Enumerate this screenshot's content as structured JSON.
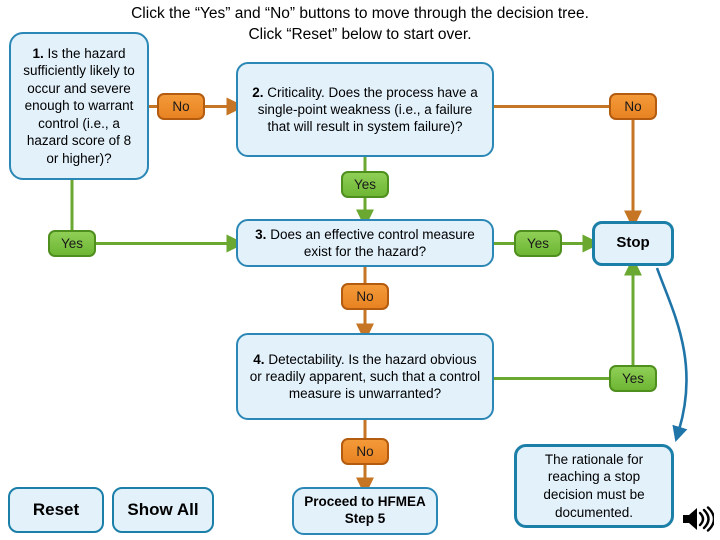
{
  "instructions": {
    "line1": "Click the “Yes” and “No” buttons to move through the decision tree.",
    "line2": "Click “Reset” below to start over."
  },
  "nodes": {
    "box1": {
      "number": "1.",
      "text": " Is the hazard sufficiently likely to occur and severe enough to warrant control (i.e., a hazard score of 8 or higher)?"
    },
    "box2": {
      "number": "2.",
      "text": " Criticality. Does the process have a single-point weakness (i.e., a failure that will result in system failure)?"
    },
    "box3": {
      "number": "3.",
      "text": " Does an effective control measure exist for the hazard?"
    },
    "box4": {
      "number": "4.",
      "text": " Detectability. Is the hazard obvious or readily apparent, such that a control measure is unwarranted?"
    },
    "stop": {
      "label": "Stop"
    },
    "proceed": {
      "label": "Proceed to HFMEA Step 5"
    },
    "rationale": {
      "text": "The rationale for reaching a stop decision must be documented."
    }
  },
  "branches": {
    "yes1": "Yes",
    "no1": "No",
    "yes2": "Yes",
    "no2": "No",
    "yes3": "Yes",
    "no3": "No",
    "yes4": "Yes",
    "no4": "No"
  },
  "controls": {
    "reset": "Reset",
    "show_all": "Show All",
    "speaker_icon": "speaker-icon"
  },
  "colors": {
    "box_fill": "#e3f1fb",
    "box_border": "#2b87b5",
    "stop_border": "#1b7fa8",
    "yes_green": "#7ac143",
    "yes_green_border": "#4f8f1e",
    "no_orange": "#ef8f2c",
    "no_orange_border": "#b35c10",
    "green_wire": "#6aa832",
    "orange_wire": "#c67524",
    "blue_wire": "#1f74a8"
  }
}
